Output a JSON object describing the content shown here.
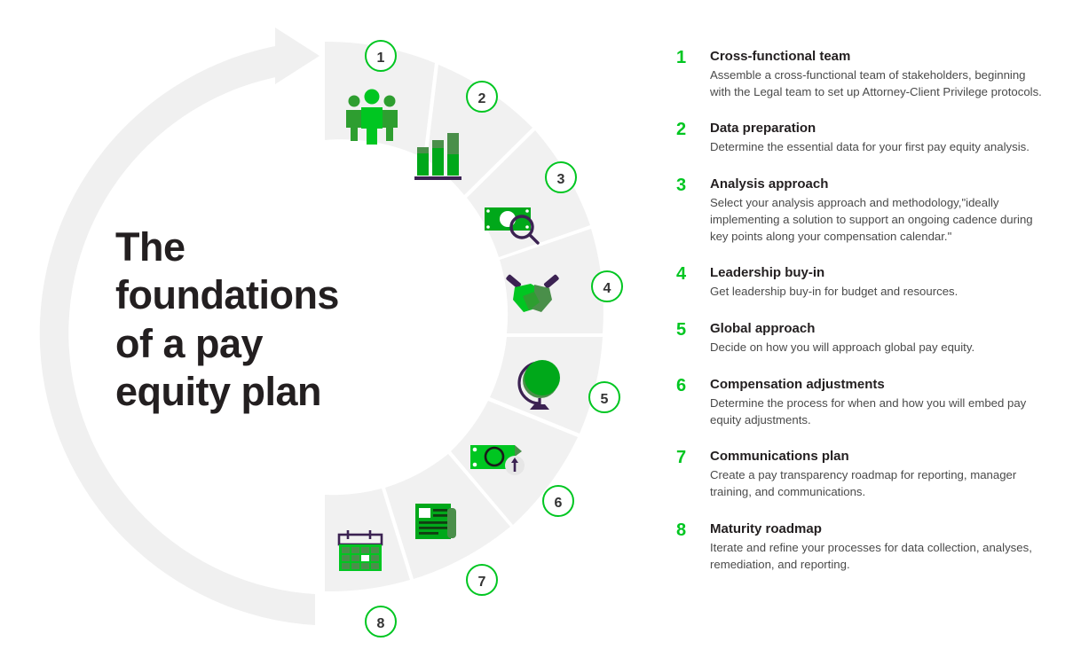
{
  "hero": {
    "title": "The\nfoundations\nof a pay\nequity plan"
  },
  "colors": {
    "green_bright": "#00c621",
    "green_muted": "#4a8f4a",
    "green_mid": "#2e9e30",
    "purple": "#3b2252",
    "wedge_gray": "#f1f1f1",
    "arrow_gray": "#f0f0f0",
    "text_dark": "#231f20",
    "text_body": "#4a4a4a",
    "white": "#ffffff"
  },
  "diagram": {
    "arrow_name": "clockwise-process-arrow",
    "segments": [
      {
        "number": "1",
        "icon": "people-group-icon",
        "label": "Cross-functional team"
      },
      {
        "number": "2",
        "icon": "bar-chart-icon",
        "label": "Data preparation"
      },
      {
        "number": "3",
        "icon": "money-magnifier-icon",
        "label": "Analysis approach"
      },
      {
        "number": "4",
        "icon": "handshake-icon",
        "label": "Leadership buy-in"
      },
      {
        "number": "5",
        "icon": "globe-icon",
        "label": "Global approach"
      },
      {
        "number": "6",
        "icon": "money-up-arrow-icon",
        "label": "Compensation adjustments"
      },
      {
        "number": "7",
        "icon": "newspaper-icon",
        "label": "Communications plan"
      },
      {
        "number": "8",
        "icon": "calendar-icon",
        "label": "Maturity roadmap"
      }
    ]
  },
  "steps": [
    {
      "number": "1",
      "title": "Cross-functional team",
      "desc": "Assemble a cross-functional team of stakeholders, beginning with the Legal team to set up Attorney-Client Privilege protocols."
    },
    {
      "number": "2",
      "title": "Data preparation",
      "desc": "Determine the essential data for your first pay equity analysis."
    },
    {
      "number": "3",
      "title": "Analysis approach",
      "desc": "Select your analysis approach and methodology,\"ideally implementing a solution to support an ongoing cadence during key points along your compensation calendar.\""
    },
    {
      "number": "4",
      "title": "Leadership buy-in",
      "desc": "Get leadership buy-in for budget and resources."
    },
    {
      "number": "5",
      "title": "Global approach",
      "desc": "Decide on how you will approach global pay equity."
    },
    {
      "number": "6",
      "title": "Compensation adjustments",
      "desc": "Determine the process for when and how you will embed pay equity adjustments."
    },
    {
      "number": "7",
      "title": "Communications plan",
      "desc": "Create a pay transparency roadmap for reporting, manager training, and communications."
    },
    {
      "number": "8",
      "title": "Maturity roadmap",
      "desc": "Iterate and refine your processes for data collection, analyses, remediation, and reporting."
    }
  ]
}
